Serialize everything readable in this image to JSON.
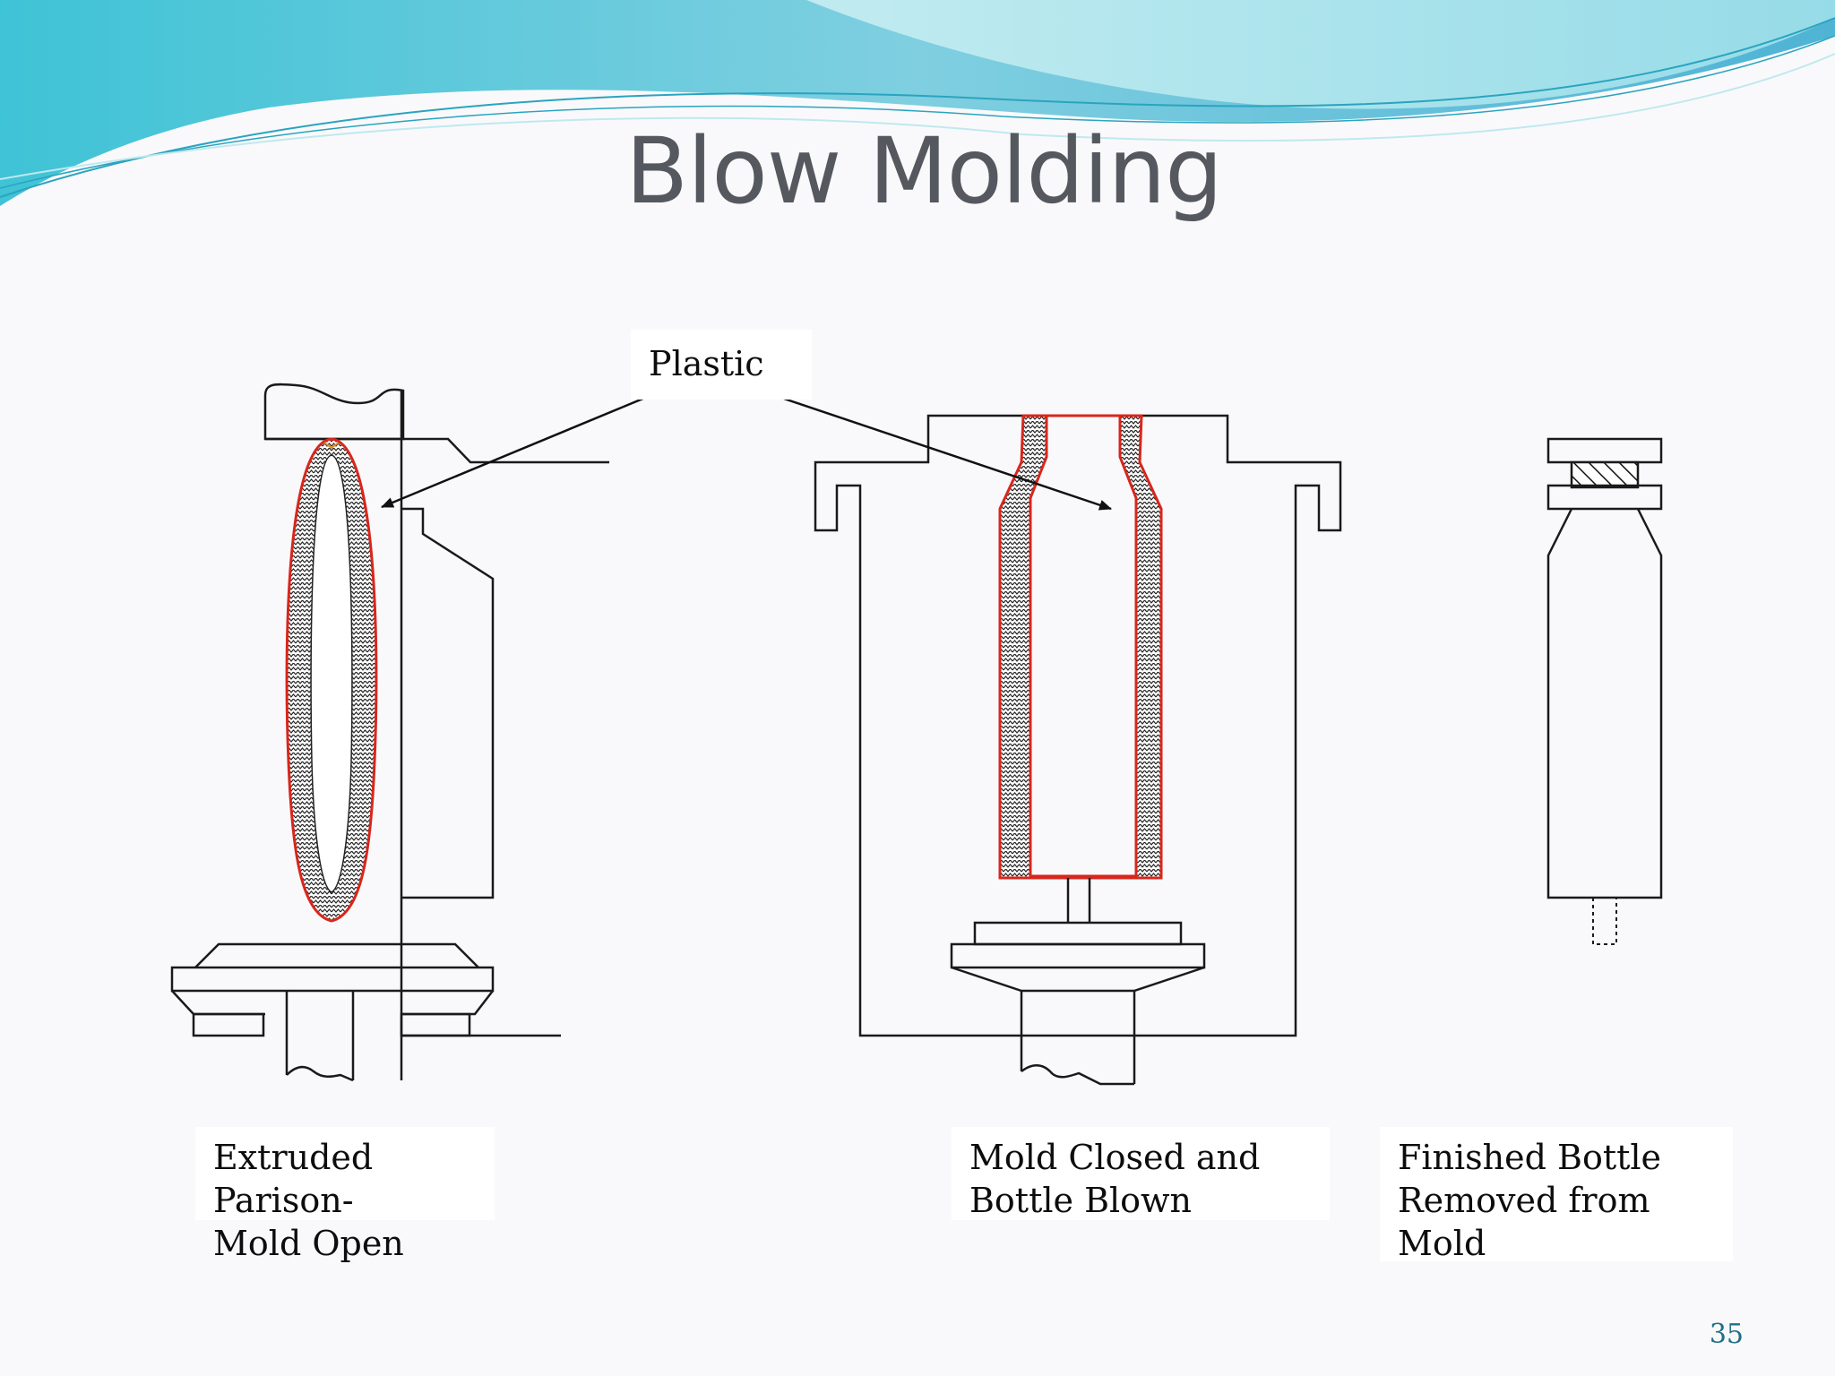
{
  "slide": {
    "title": "Blow Molding",
    "page_number": "35"
  },
  "callout": {
    "label": "Plastic"
  },
  "stages": [
    {
      "lines": [
        "Extruded",
        "Parison-",
        "Mold Open"
      ]
    },
    {
      "lines": [
        "Mold Closed and",
        "Bottle Blown"
      ]
    },
    {
      "lines": [
        "Finished Bottle",
        "Removed from",
        "Mold"
      ]
    }
  ],
  "colors": {
    "wave_light": "#bfe9ee",
    "wave_mid": "#7fd3e0",
    "wave_dark": "#3fb8cf",
    "plastic_outline": "#d9261c",
    "line": "#1a1a1a",
    "title": "#55585e",
    "page_number": "#1f6f86"
  }
}
